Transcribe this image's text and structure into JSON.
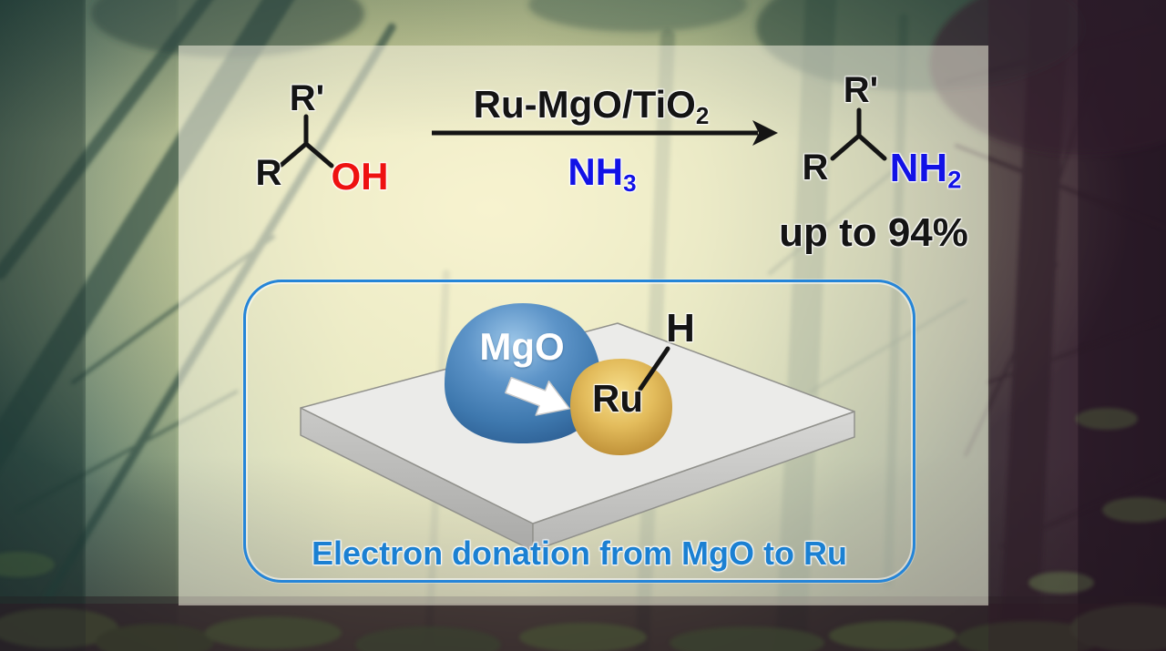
{
  "scheme": {
    "substrate": {
      "top_group": "R'",
      "left_group": "R",
      "functional_group": "OH"
    },
    "arrow": {
      "catalyst_main": "Ru-MgO/TiO",
      "catalyst_sub": "2",
      "reagent_main": "NH",
      "reagent_sub": "3"
    },
    "product": {
      "top_group": "R'",
      "left_group": "R",
      "functional_group_main": "NH",
      "functional_group_sub": "2",
      "yield": "up to 94%"
    }
  },
  "catalyst_panel": {
    "mgo_label": "MgO",
    "ru_label": "Ru",
    "hydride_label": "H",
    "caption": "Electron donation from MgO to Ru"
  },
  "colors": {
    "oh_red": "#ee1111",
    "amine_blue": "#1212e6",
    "scheme_black": "#141414",
    "caption_blue": "#1b80d2",
    "panel_border_blue": "#2585d8",
    "mgo_sphere_blue": "#4e86bb",
    "ru_sphere_gold": "#cfa344",
    "support_gray": "#ebebe9"
  }
}
